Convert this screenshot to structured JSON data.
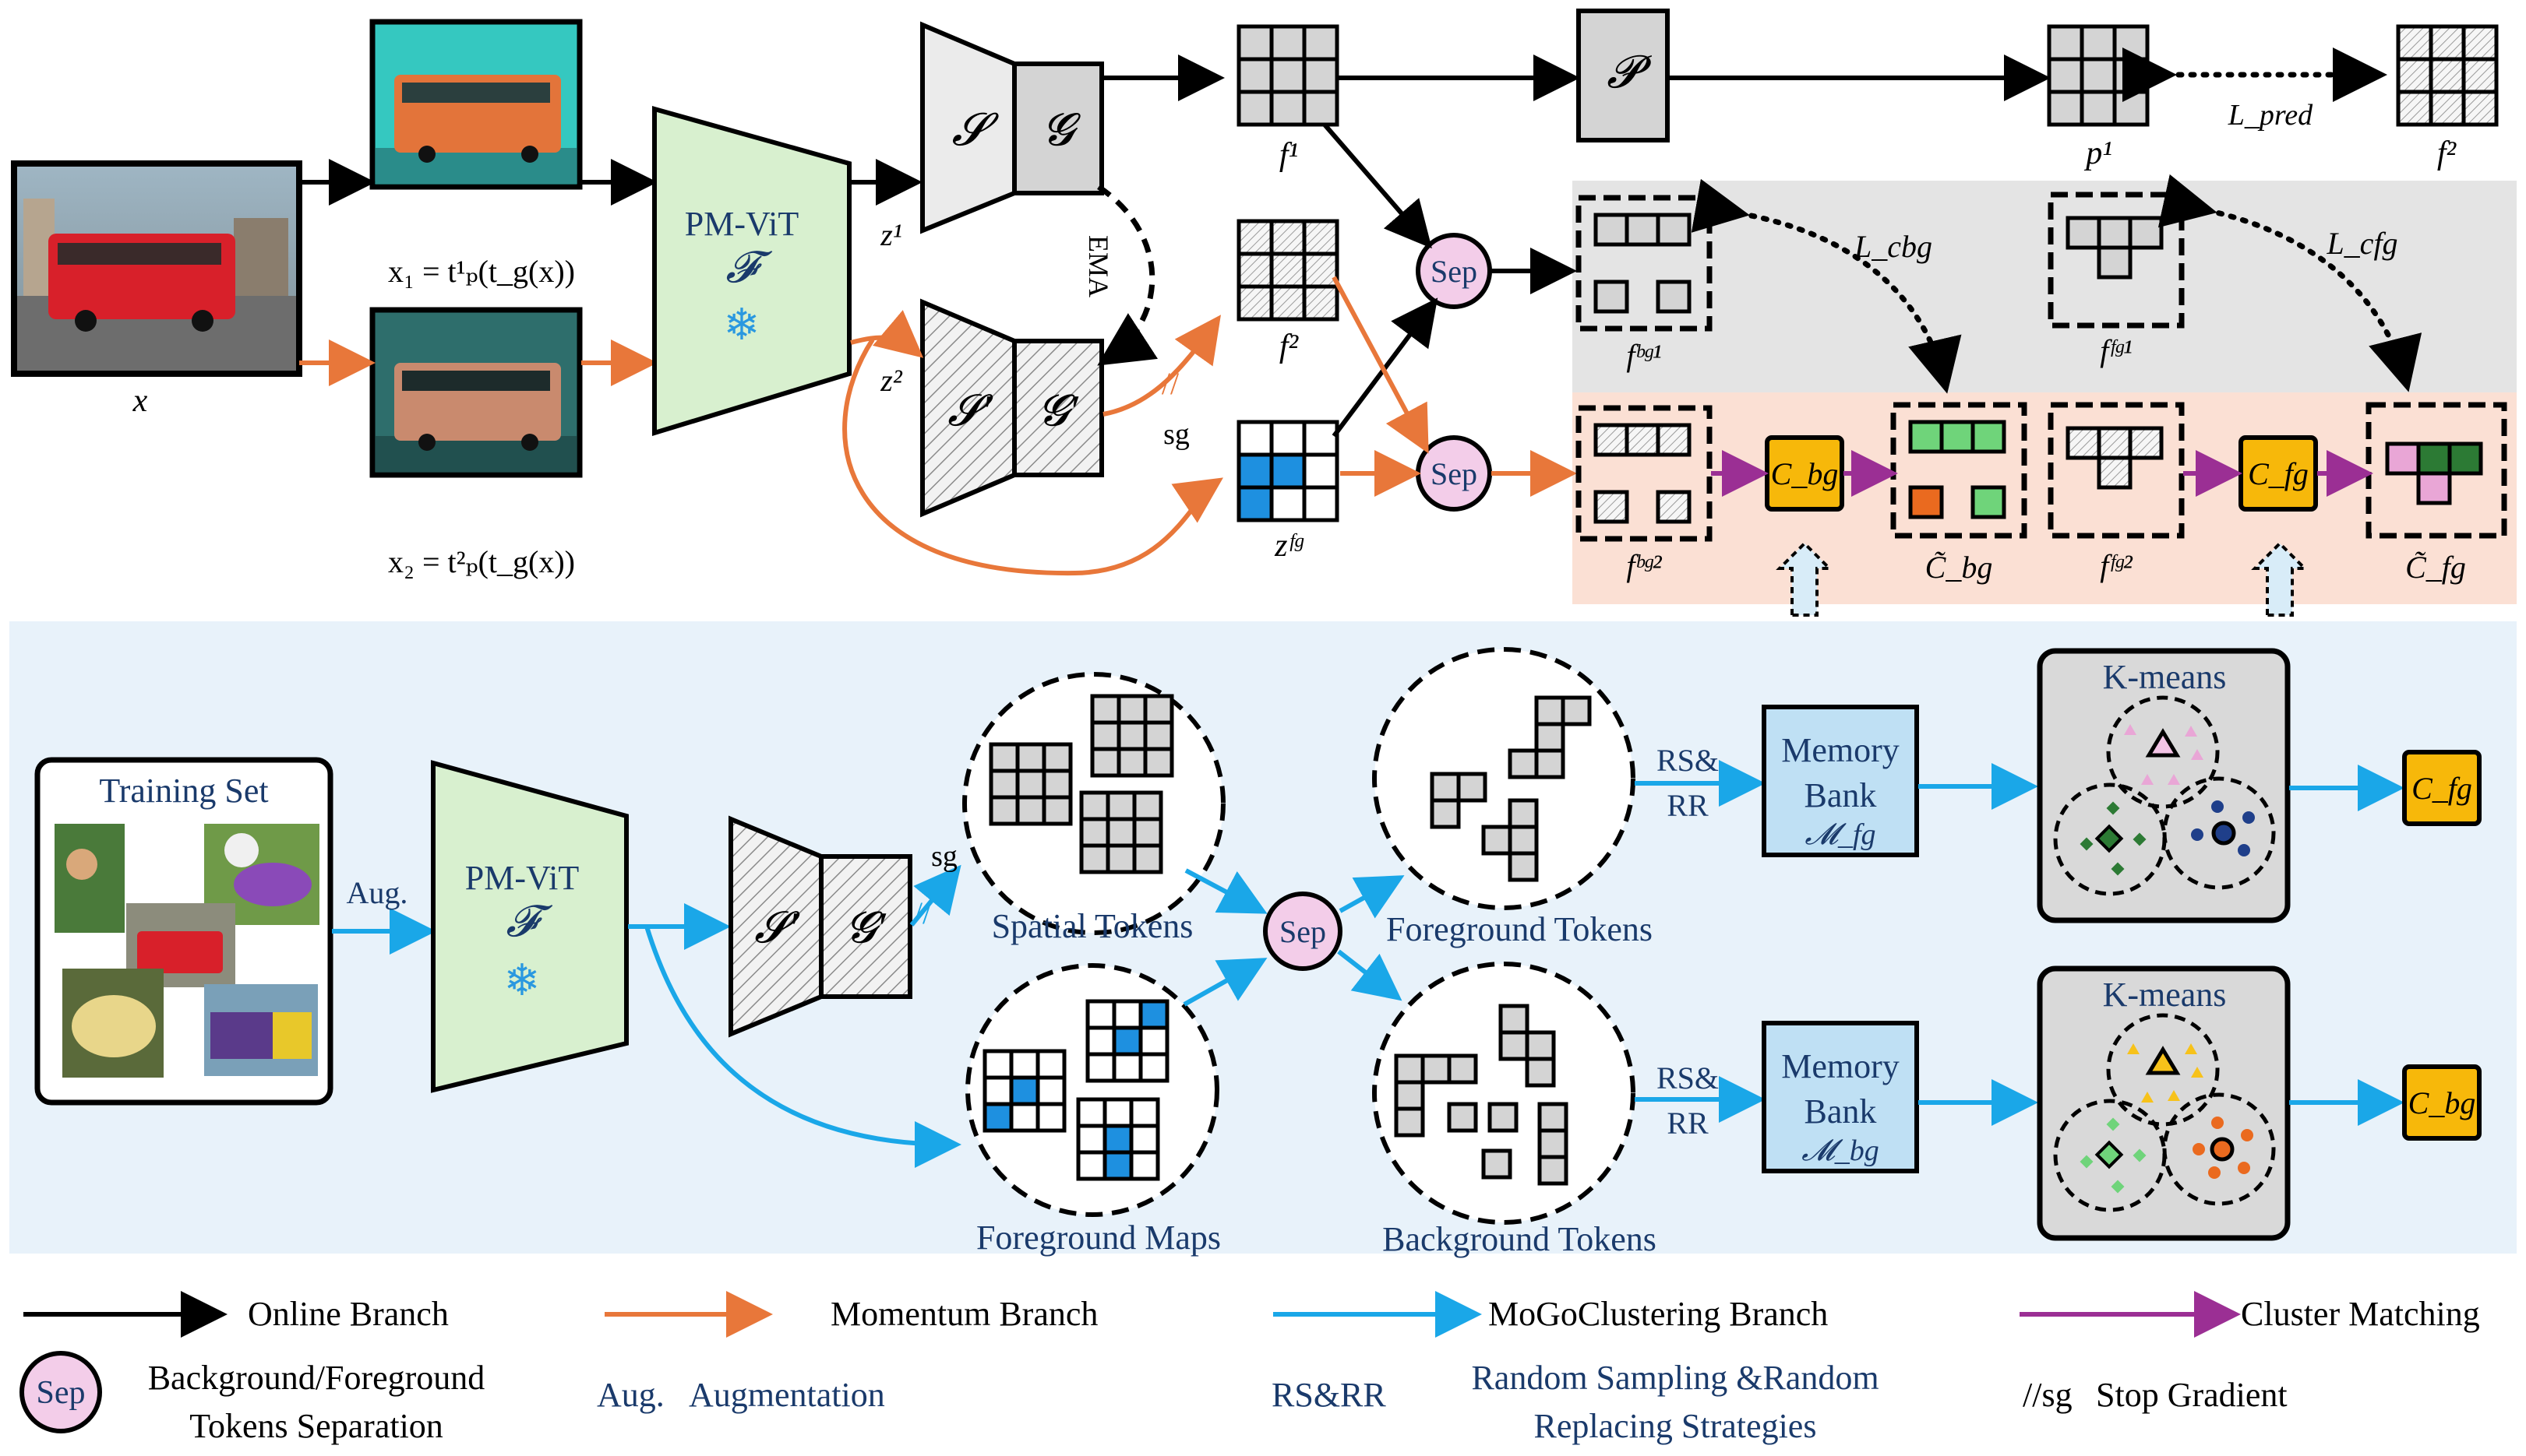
{
  "colors": {
    "online": "#000000",
    "momentum": "#e8773a",
    "mogo": "#1aa7e8",
    "matching": "#9b2f94",
    "bottom_panel": "#e8f2fa",
    "grey_band": "#e4e4e4",
    "peach_band": "#fbe0d4",
    "pmvit_fill": "#d8f0cf",
    "sep_fill": "#f3cde9",
    "cluster_fill": "#f7b80a",
    "memory_fill": "#bfe0f4",
    "token_blue": "#1e90e0",
    "token_green": "#6fd47a",
    "token_orange": "#ea6a1f",
    "token_pink": "#e9a6d6",
    "token_darkgreen": "#2c7a34"
  },
  "top": {
    "x_label": "x",
    "x1_label": "x₁ = t¹ₚ(t_g(x))",
    "x2_label": "x₂ = t²ₚ(t_g(x))",
    "pmvit_name": "PM-ViT",
    "pmvit_symbol": "𝓕",
    "snow_icon": "❄",
    "z1": "z¹",
    "z2": "z²",
    "S": "𝓢",
    "G": "𝓖",
    "S_prime": "𝓢′",
    "G_prime": "𝓖′",
    "ema": "EMA",
    "sg": "sg",
    "stop_mark": "//",
    "f1": "f¹",
    "f2": "f²",
    "zfg": "zᶠᵍ",
    "P": "𝓟",
    "p1": "p¹",
    "f2_target": "f²",
    "l_pred": "L_pred",
    "sep": "Sep",
    "fbg1": "fᵇᵍ¹",
    "ffg1": "fᶠᵍ¹",
    "fbg2": "fᵇᵍ²",
    "ffg2": "fᶠᵍ²",
    "l_cbg": "L_cbg",
    "l_cfg": "L_cfg",
    "c_bg": "C_bg",
    "c_fg": "C_fg",
    "c_bg_tilde": "C̃_bg",
    "c_fg_tilde": "C̃_fg"
  },
  "bottom": {
    "training_set": "Training Set",
    "aug": "Aug.",
    "pmvit_name": "PM-ViT",
    "pmvit_symbol": "𝓕",
    "snow_icon": "❄",
    "S_prime": "𝓢′",
    "G_prime": "𝓖′",
    "sg": "sg",
    "stop_mark": "//",
    "spatial_tokens": "Spatial Tokens",
    "foreground_maps": "Foreground Maps",
    "sep": "Sep",
    "foreground_tokens": "Foreground Tokens",
    "background_tokens": "Background Tokens",
    "rsrr_line1": "RS&",
    "rsrr_line2": "RR",
    "memory_line1": "Memory",
    "memory_line2": "Bank",
    "memory_fg": "𝓜_fg",
    "memory_bg": "𝓜_bg",
    "kmeans": "K-means",
    "c_fg": "C_fg",
    "c_bg": "C_bg"
  },
  "legend": {
    "online": "Online Branch",
    "momentum": "Momentum Branch",
    "mogo": "MoGoClustering Branch",
    "matching": "Cluster Matching",
    "sep_icon": "Sep",
    "sep_line1": "Background/Foreground",
    "sep_line2": "Tokens Separation",
    "aug_abbr": "Aug.",
    "aug_full": "Augmentation",
    "rsrr_abbr": "RS&RR",
    "rsrr_line1": "Random Sampling &Random",
    "rsrr_line2": "Replacing Strategies",
    "sg_mark": "//sg",
    "sg_full": "Stop Gradient"
  }
}
